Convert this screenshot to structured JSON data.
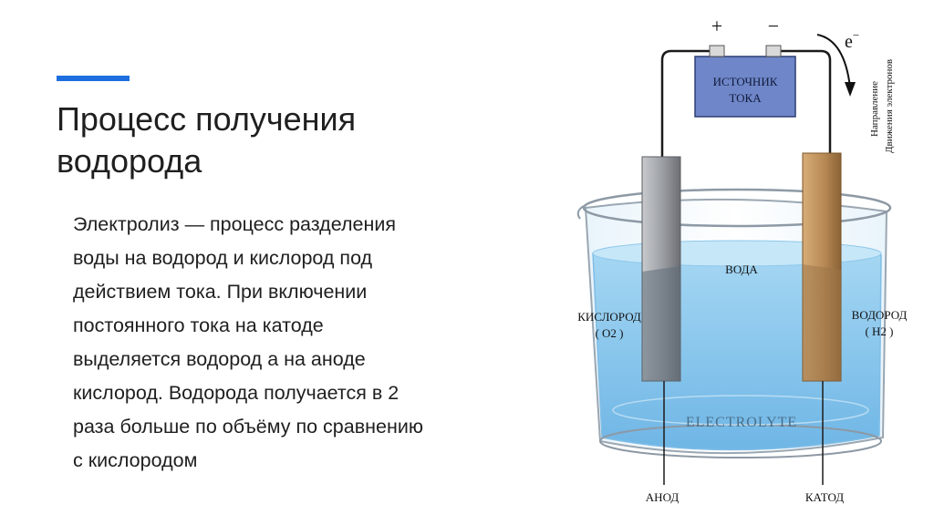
{
  "slide": {
    "title_line1": "Процесс получения",
    "title_line2": "водорода",
    "body": "  Электролиз — процесс разделения\nводы на водород и кислород под\nдействием тока. При включении\nпостоянного тока на катоде\nвыделяется водород а на аноде\nкислород. Водорода получается в 2\nраза больше по объёму по сравнению\nс кислородом"
  },
  "diagram": {
    "plus": "+",
    "minus": "−",
    "source_line1": "ИСТОЧНИК",
    "source_line2": "ТОКА",
    "electron": "e",
    "electron_sup": "−",
    "direction_line1": "Направление",
    "direction_line2": "Движения электронов",
    "water": "ВОДА",
    "oxygen": "КИСЛОРОД",
    "oxygen_formula": "( О2 )",
    "hydrogen": "ВОДОРОД",
    "hydrogen_formula": "( Н2 )",
    "electrolyte": "ELECTROLYTE",
    "anode": "АНОД",
    "cathode": "КАТОД"
  },
  "colors": {
    "accent": "#1d6fe0",
    "source_box": "#6f87c9",
    "water": "#9fd3f0",
    "anode": "#8e9196",
    "cathode": "#b98a55"
  }
}
